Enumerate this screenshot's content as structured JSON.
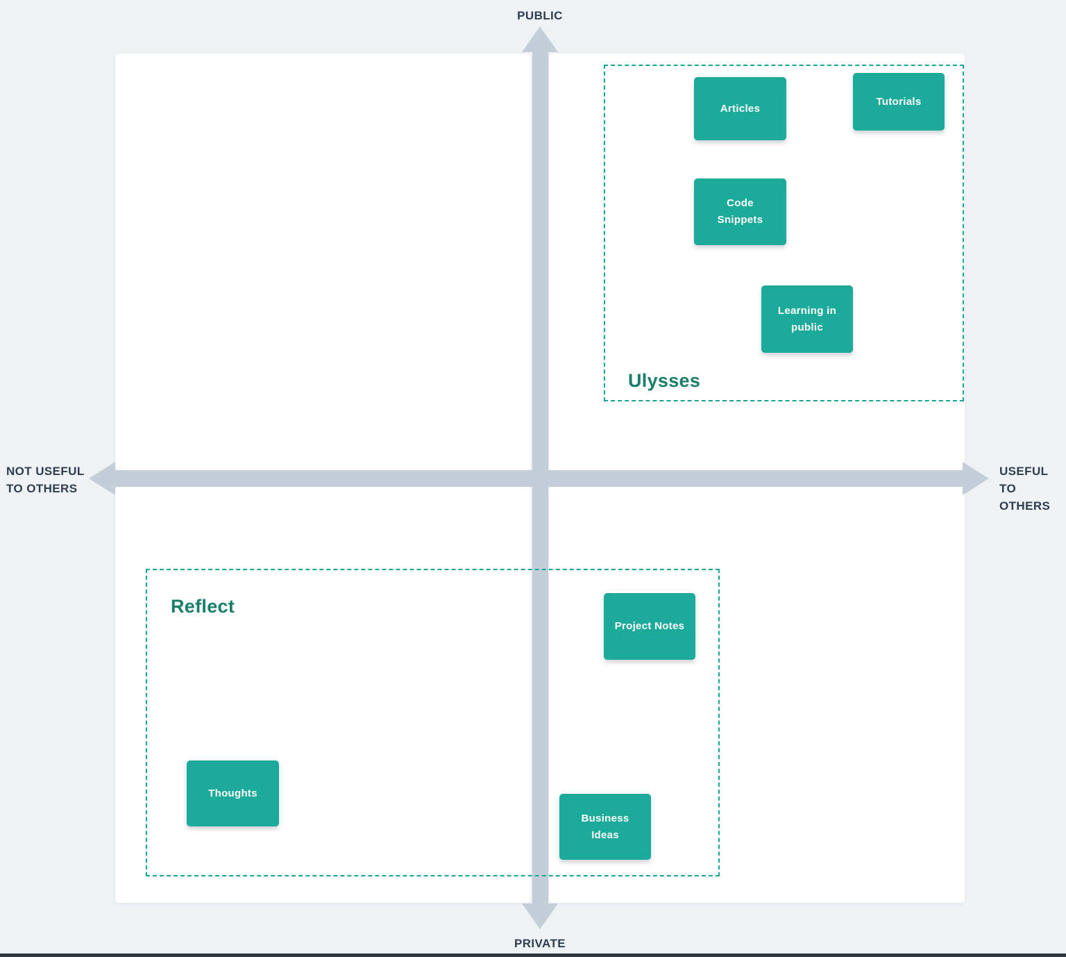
{
  "axes": {
    "top": "PUBLIC",
    "bottom": "PRIVATE",
    "left": "NOT USEFUL\nTO OTHERS",
    "right": "USEFUL TO\nOTHERS"
  },
  "groups": [
    {
      "label": "Ulysses",
      "cards": [
        {
          "label": "Articles"
        },
        {
          "label": "Tutorials"
        },
        {
          "label": "Code\nSnippets"
        },
        {
          "label": "Learning in\npublic"
        }
      ]
    },
    {
      "label": "Reflect",
      "cards": [
        {
          "label": "Project Notes"
        },
        {
          "label": "Thoughts"
        },
        {
          "label": "Business\nIdeas"
        }
      ]
    }
  ],
  "colors": {
    "background": "#eef2f5",
    "panel": "#ffffff",
    "axis_arrow": "#c3ced9",
    "axis_text": "#2d3d4f",
    "card": "#1cab9b",
    "group_border": "#17a694",
    "group_label": "#187e69",
    "bottom_strip": "#2b3844"
  }
}
